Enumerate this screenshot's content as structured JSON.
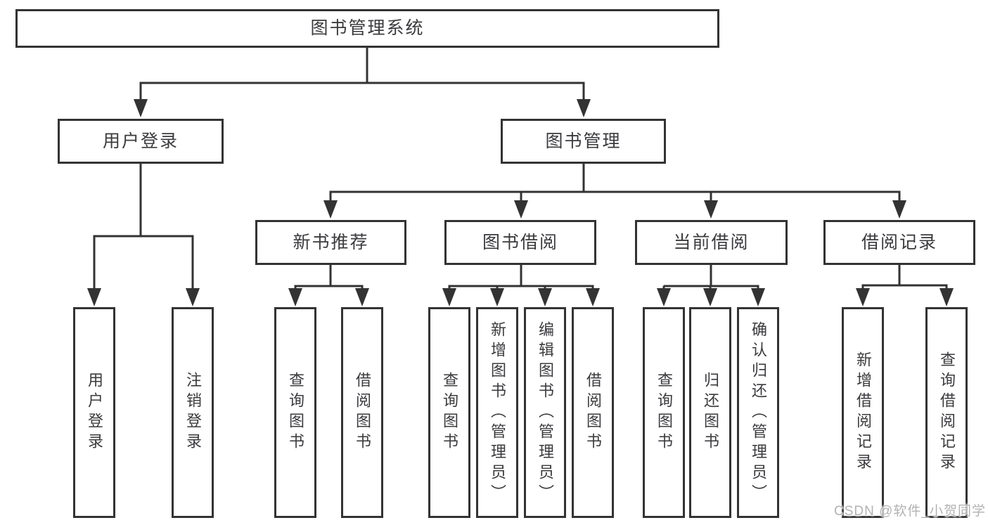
{
  "diagram": {
    "title": "图书管理系统",
    "branches": [
      {
        "label": "用户登录",
        "leaves": [
          "用户登录",
          "注销登录"
        ]
      },
      {
        "label": "图书管理",
        "sections": [
          {
            "label": "新书推荐",
            "leaves": [
              "查询图书",
              "借阅图书"
            ]
          },
          {
            "label": "图书借阅",
            "leaves": [
              "查询图书",
              "新增图书（管理员）",
              "编辑图书（管理员）",
              "借阅图书"
            ]
          },
          {
            "label": "当前借阅",
            "leaves": [
              "查询图书",
              "归还图书",
              "确认归还（管理员）"
            ]
          },
          {
            "label": "借阅记录",
            "leaves": [
              "新增借阅记录",
              "查询借阅记录"
            ]
          }
        ]
      }
    ]
  },
  "watermark": "CSDN @软件_小贺同学",
  "colors": {
    "line": "#333333",
    "text": "#3b3b3f",
    "box_background": "#ffffff",
    "watermark": "#b2b2b2"
  }
}
